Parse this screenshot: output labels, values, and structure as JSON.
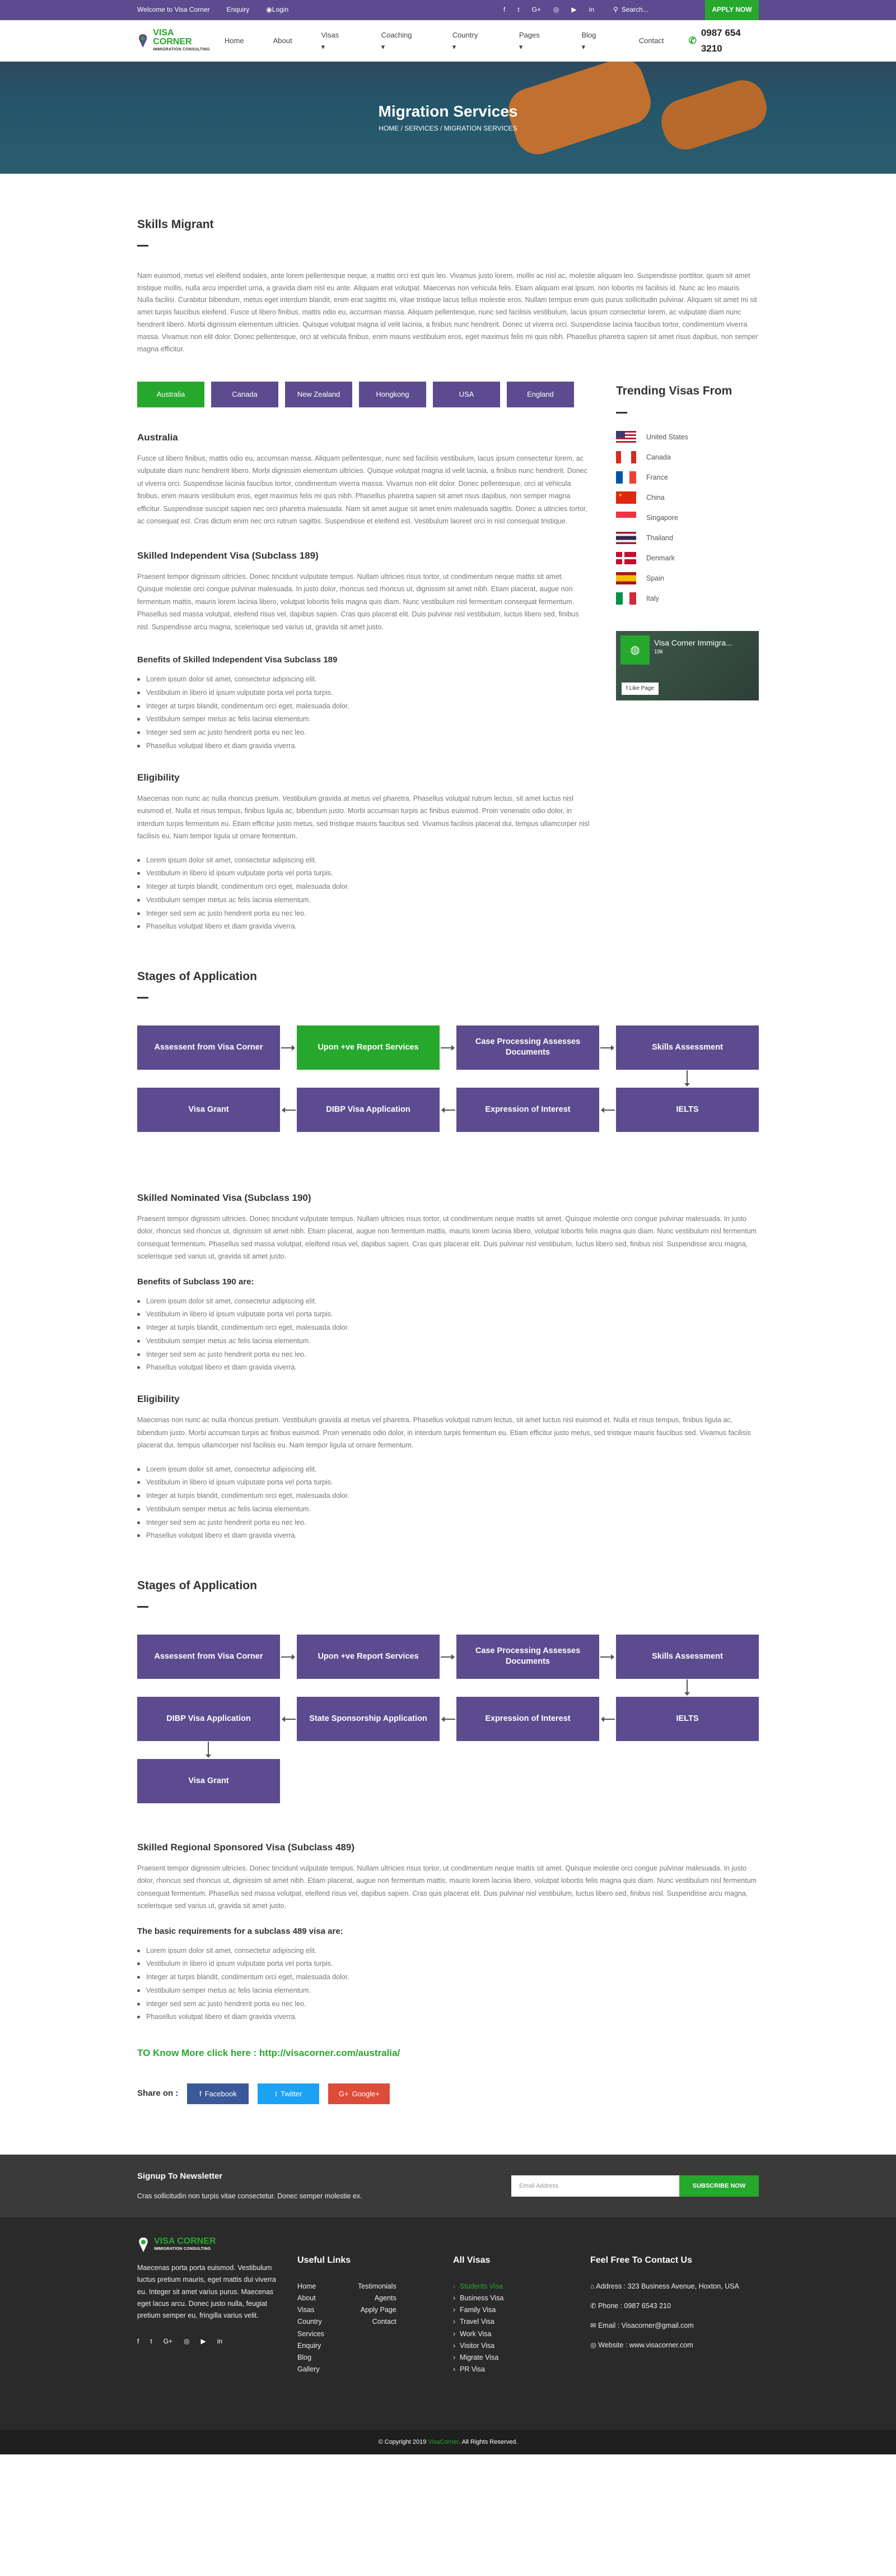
{
  "topbar": {
    "welcome": "Welcome to Visa Corner",
    "enquiry": "Enquiry",
    "login": "Login",
    "social": [
      "f",
      "t",
      "G+",
      "◎",
      "▶",
      "in"
    ],
    "search_placeholder": "Search...",
    "apply": "APPLY NOW"
  },
  "header": {
    "logo_name": "VISA CORNER",
    "logo_sub": "IMMIGRATION CONSULTING",
    "nav": [
      "Home",
      "About",
      "Visas",
      "Coaching",
      "Country",
      "Pages",
      "Blog",
      "Contact"
    ],
    "nav_caret": [
      "",
      "",
      "▾",
      "▾",
      "▾",
      "▾",
      "▾",
      ""
    ],
    "phone": "0987 654 3210"
  },
  "banner": {
    "title": "Migration Services",
    "breadcrumb": "HOME / SERVICES / MIGRATION SERVICES"
  },
  "main": {
    "title": "Skills Migrant",
    "intro": "Nam euismod, metus vel eleifend sodales, ante lorem pellentesque neque, a mattis orci est quis leo. Vivamus justo lorem, mollis ac nisl ac, molestie aliquam leo. Suspendisse porttitor, quam sit amet tristique mollis, nulla arcu imperdiet urna, a gravida diam nisl eu ante. Aliquam erat volutpat. Maecenas non vehicula felis. Etiam aliquam erat ipsum, non lobortis mi facilisis id. Nunc ac leo mauris. Nulla facilisi. Curabitur bibendum, metus eget interdum blandit, enim erat sagittis mi, vitae tristique lacus tellus molestie eros. Nullam tempus enim quis purus sollicitudin pulvinar. Aliquam sit amet mi sit amet turpis faucibus eleifend. Fusce ut libero finibus, mattis odio eu, accumsan massa. Aliquam pellentesque, nunc sed facilisis vestibulum, lacus ipsum consectetur lorem, ac vulputate diam nunc hendrerit libero. Morbi dignissim elementum ultricies. Quisque volutpat magna id velit lacinia, a finibus nunc hendrerit. Donec ut viverra orci. Suspendisse lacinia faucibus tortor, condimentum viverra massa. Vivamus non elit dolor. Donec pellentesque, orci at vehicula finibus, enim mauris vestibulum eros, eget maximus felis mi quis nibh. Phasellus pharetra sapien sit amet risus dapibus, non semper magna efficitur.",
    "tabs": [
      "Australia",
      "Canada",
      "New Zealand",
      "Hongkong",
      "USA",
      "England"
    ],
    "country_title": "Australia",
    "country_text": "Fusce ut libero finibus, mattis odio eu, accumsan massa. Aliquam pellentesque, nunc sed facilisis vestibulum, lacus ipsum consectetur lorem, ac vulputate diam nunc hendrerit libero. Morbi dignissim elementum ultricies. Quisque volutpat magna id velit lacinia, a finibus nunc hendrerit. Donec ut viverra orci. Suspendisse lacinia faucibus tortor, condimentum viverra massa. Vivamus non elit dolor. Donec pellentesque, orci at vehicula finibus, enim mauris vestibulum eros, eget maximus felis mi quis nibh. Phasellus pharetra sapien sit amet risus dapibus, non semper magna efficitur. Suspendisse suscipit sapien nec orci pharetra malesuada. Nam sit amet augue sit amet enim malesuada sagittis. Donec a ultricies tortor, ac consequat est. Cras dictum enim nec orci rutrum sagittis. Suspendisse et eleifend est. Vestibulum laoreet orci in nisl consequat tristique.",
    "v189_title": "Skilled Independent Visa (Subclass 189)",
    "v189_text": "Praesent tempor dignissim ultricies. Donec tincidunt vulputate tempus. Nullam ultricies risus tortor, ut condimentum neque mattis sit amet. Quisque molestie orci congue pulvinar malesuada. In justo dolor, rhoncus sed rhoncus ut, dignissim sit amet nibh. Etiam placerat, augue non fermentum mattis, mauris lorem lacinia libero, volutpat lobortis felis magna quis diam. Nunc vestibulum nisl fermentum consequat fermentum. Phasellus sed massa volutpat, eleifend risus vel, dapibus sapien. Cras quis placerat elit. Duis pulvinar nisl vestibulum, luctus libero sed, finibus nisl. Suspendisse arcu magna, scelerisque sed varius ut, gravida sit amet justo.",
    "benefits189_title": "Benefits of Skilled Independent Visa Subclass 189",
    "bullets": [
      "Lorem ipsum dolor sit amet, consectetur adipiscing elit.",
      "Vestibulum in libero id ipsum vulputate porta vel porta turpis.",
      "Integer at turpis blandit, condimentum orci eget, malesuada dolor.",
      "Vestibulum semper metus ac felis lacinia elementum.",
      "Integer sed sem ac justo hendrerit porta eu nec leo.",
      "Phasellus volutpat libero et diam gravida viverra."
    ],
    "elig_title": "Eligibility",
    "elig_text1": "Maecenas non nunc ac nulla rhoncus pretium. Vestibulum gravida at metus vel pharetra. Phasellus volutpat rutrum lectus, sit amet luctus nisl euismod et. Nulla et risus tempus, finibus ligula ac, bibendum justo. Morbi accumsan turpis ac finibus euismod. Proin venenatis odio dolor, in interdum turpis fermentum eu. Etiam efficitur justo metus, sed tristique mauris faucibus sed. Vivamus facilisis placerat dui, tempus ullamcorper nisl facilisis eu. Nam tempor ligula ut ornare fermentum.",
    "stages_title": "Stages of Application",
    "stages1": [
      "Assessent from Visa Corner",
      "Upon +ve Report Services",
      "Case Processing Assesses Documents",
      "Skills Assessment",
      "Visa Grant",
      "DIBP Visa Application",
      "Expression of Interest",
      "IELTS"
    ],
    "v190_title": "Skilled Nominated Visa (Subclass 190)",
    "v190_text": "Praesent tempor dignissim ultricies. Donec tincidunt vulputate tempus. Nullam ultricies risus tortor, ut condimentum neque mattis sit amet. Quisque molestie orci congue pulvinar malesuada. In justo dolor, rhoncus sed rhoncus ut, dignissim sit amet nibh. Etiam placerat, augue non fermentum mattis, mauris lorem lacinia libero, volutpat lobortis felis magna quis diam. Nunc vestibulum nisl fermentum consequat fermentum. Phasellus sed massa volutpat, eleifend risus vel, dapibus sapien. Cras quis placerat elit. Duis pulvinar nisl vestibulum, luctus libero sed, finibus nisl. Suspendisse arcu magna, scelerisque sed varius ut, gravida sit amet justo.",
    "benefits190_title": "Benefits of Subclass 190 are:",
    "elig_text2": "Maecenas non nunc ac nulla rhoncus pretium. Vestibulum gravida at metus vel pharetra. Phasellus volutpat rutrum lectus, sit amet luctus nisl euismod et. Nulla et risus tempus, finibus ligula ac, bibendum justo. Morbi accumsan turpis ac finibus euismod. Proin venenatis odio dolor, in interdum turpis fermentum eu. Etiam efficitur justo metus, sed tristique mauris faucibus sed. Vivamus facilisis placerat dui, tempus ullamcorper nisl facilisis eu. Nam tempor ligula ut ornare fermentum.",
    "stages2": [
      "Assessent from Visa Corner",
      "Upon +ve Report Services",
      "Case Processing Assesses Documents",
      "Skills Assessment",
      "DIBP Visa Application",
      "State Sponsorship Application",
      "Expression of Interest",
      "IELTS",
      "Visa Grant"
    ],
    "v489_title": "Skilled Regional Sponsored Visa (Subclass 489)",
    "v489_text": "Praesent tempor dignissim ultricies. Donec tincidunt vulputate tempus. Nullam ultricies risus tortor, ut condimentum neque mattis sit amet. Quisque molestie orci congue pulvinar malesuada. In justo dolor, rhoncus sed rhoncus ut, dignissim sit amet nibh. Etiam placerat, augue non fermentum mattis, mauris lorem lacinia libero, volutpat lobortis felis magna quis diam. Nunc vestibulum nisl fermentum consequat fermentum. Phasellus sed massa volutpat, eleifend risus vel, dapibus sapien. Cras quis placerat elit. Duis pulvinar nisl vestibulum, luctus libero sed, finibus nisl. Suspendisse arcu magna, scelerisque sed varius ut, gravida sit amet justo.",
    "req489_title": "The basic requirements for a subclass 489 visa are:",
    "know_more": "TO Know More click here : http://visacorner.com/australia/",
    "share_label": "Share on :",
    "share": [
      "Facebook",
      "Twitter",
      "Google+"
    ],
    "share_colors": [
      "#3b5998",
      "#1da1f2",
      "#dd4b39"
    ]
  },
  "sidebar": {
    "title": "Trending Visas From",
    "countries": [
      "United States",
      "Canada",
      "France",
      "China",
      "Singapore",
      "Thailand",
      "Denmark",
      "Spain",
      "Italy"
    ],
    "fb_title": "Visa Corner Immigra...",
    "fb_likes": "19k",
    "fb_like": "Like Page"
  },
  "footer": {
    "news_title": "Signup To Newsletter",
    "news_sub": "Cras sollicitudin non turpis vitae consectetur. Donec semper molestie ex.",
    "news_placeholder": "Email Address",
    "news_btn": "SUBSCRIBE NOW",
    "about": "Maecenas porta porta euismod. Vestibulum luctus pretium mauris, eget mattis dui viverra eu. Integer sit amet varius purus. Maecenas eget lacus arcu. Donec justo nulla, feugiat pretium semper eu, fringilla varius velit.",
    "useful_title": "Useful Links",
    "useful_left": [
      "Home",
      "About",
      "Visas",
      "Country",
      "Services",
      "Enquiry",
      "Blog",
      "Gallery"
    ],
    "useful_right": [
      "Testimonials",
      "Agents",
      "Apply Page",
      "Contact"
    ],
    "visas_title": "All Visas",
    "visas": [
      "Students Visa",
      "Business Visa",
      "Family Visa",
      "Travel Visa",
      "Work Visa",
      "Visitor Visa",
      "Migrate Visa",
      "PR Visa"
    ],
    "contact_title": "Feel Free To Contact Us",
    "address": "Address : 323 Business Avenue, Hoxton, USA",
    "phone": "Phone : 0987 6543 210",
    "email": "Email : Visacorner@gmail.com",
    "website": "Website : www.visacorner.com",
    "copy_pre": "Copyright 2019",
    "copy_brand": "VisaCorner",
    "copy_post": ". All Rights Reserved."
  },
  "colors": {
    "purple": "#5c4b8f",
    "green": "#26a82d"
  }
}
